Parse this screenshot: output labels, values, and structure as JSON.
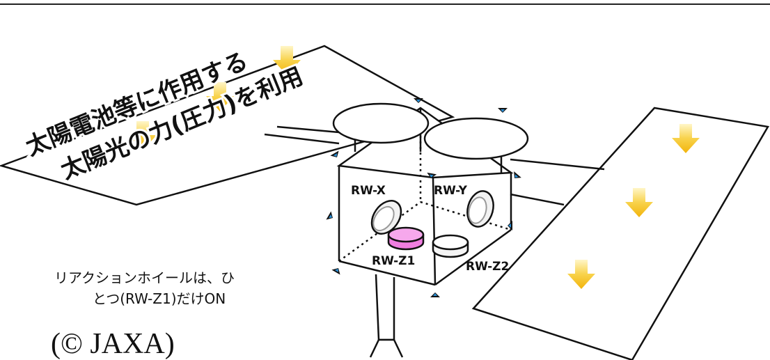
{
  "heading_line1": "太陽電池等に作用する",
  "heading_line2": "太陽光の力(圧力)を利用",
  "wheels": {
    "rw_x": "RW-X",
    "rw_y": "RW-Y",
    "rw_z1": "RW-Z1",
    "rw_z2": "RW-Z2"
  },
  "note_line1": "リアクションホイールは、ひ",
  "note_line2": "とつ(RW-Z1)だけON",
  "copyright": "(© JAXA)",
  "colors": {
    "sun_arrow": "#f5c518",
    "active_wheel": "#f07ee0",
    "thruster": "#2a8fd6"
  }
}
